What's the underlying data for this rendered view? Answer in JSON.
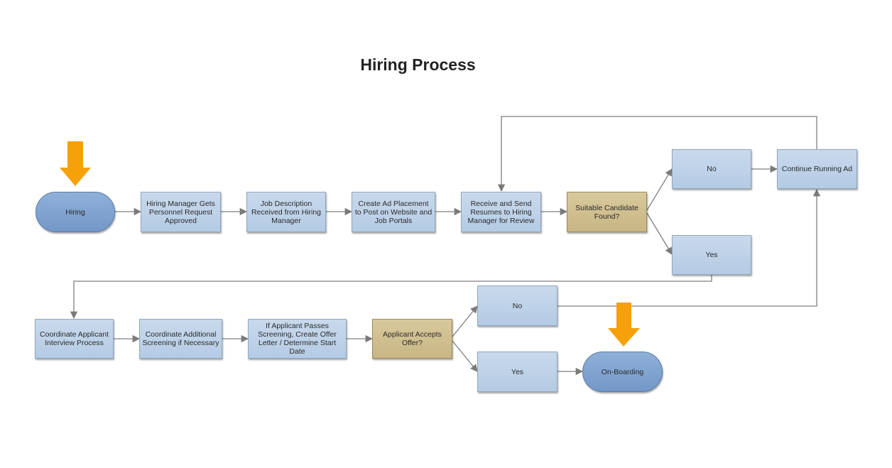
{
  "title": "Hiring Process",
  "nodes": {
    "hiring": "Hiring",
    "manager_approved": "Hiring Manager Gets Personnel Request Approved",
    "job_description": "Job Description Received from Hiring Manager",
    "ad_placement": "Create Ad Placement to Post on Website and Job Portals",
    "receive_resumes": "Receive and Send Resumes to Hiring Manager for Review",
    "candidate_found": "Suitable Candidate Found?",
    "no_1": "No",
    "yes_1": "Yes",
    "continue_ad": "Continue Running Ad",
    "coordinate_interview": "Coordinate Applicant Interview Process",
    "additional_screening": "Coordinate Additional Screening if Necessary",
    "offer_letter": "If Applicant Passes Screening, Create Offer Letter / Determine Start Date",
    "accepts_offer": "Applicant Accepts Offer?",
    "no_2": "No",
    "yes_2": "Yes",
    "onboarding": "On-Boarding"
  },
  "colors": {
    "process": "#bcd0e7",
    "decision": "#cdbb88",
    "terminal": "#7fa2cf",
    "start_arrow": "#f7a10a",
    "connector": "#808080"
  }
}
